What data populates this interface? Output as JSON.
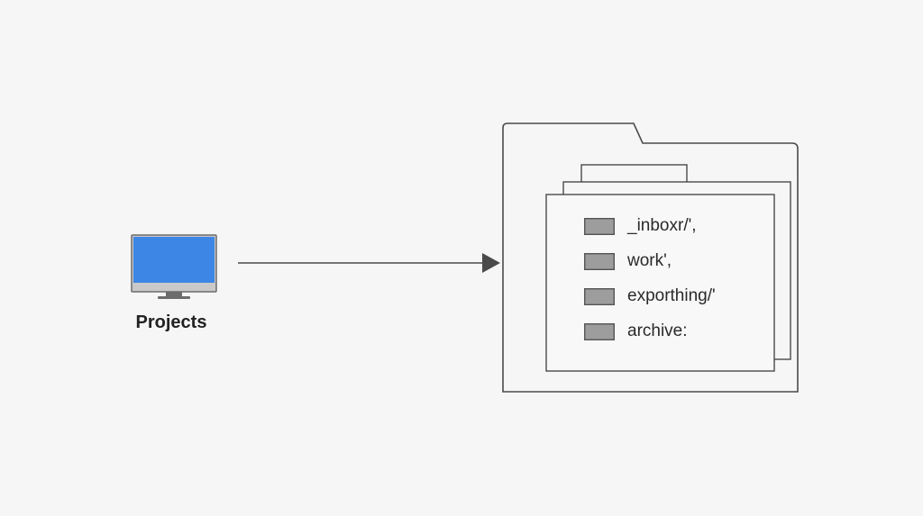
{
  "computer": {
    "label": "Projects",
    "icon": "monitor-icon",
    "screen_color": "#3d86e6"
  },
  "connector": {
    "icon": "arrow-right-icon"
  },
  "folder": {
    "icon": "folder-icon",
    "items": [
      {
        "label": "_inboxr/',"
      },
      {
        "label": "work',"
      },
      {
        "label": "exporthing/'"
      },
      {
        "label": "archive:"
      }
    ]
  }
}
